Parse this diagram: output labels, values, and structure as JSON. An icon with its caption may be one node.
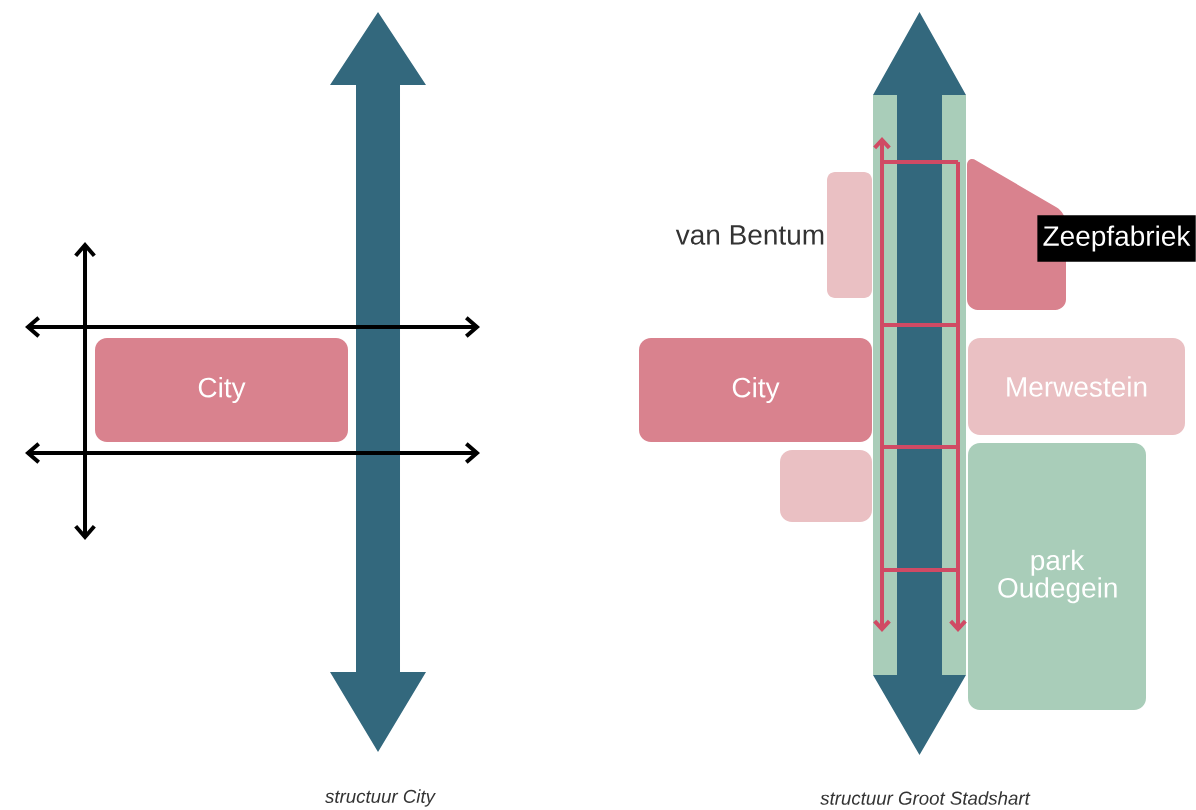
{
  "diagram": {
    "nodes": [
      {
        "text": [
          "City"
        ]
      },
      {
        "text": [
          "van Bentum"
        ]
      },
      {
        "text": [
          "Zeepfabriek"
        ]
      },
      {
        "text": [
          "City"
        ]
      },
      {
        "text": [
          "Merwestein"
        ]
      },
      {
        "text": [],
        "shape": "box"
      },
      {
        "text": [
          "park Oudegein"
        ]
      }
    ],
    "labels": [
      "structuur City",
      "structuur Groot Stadshart"
    ]
  }
}
